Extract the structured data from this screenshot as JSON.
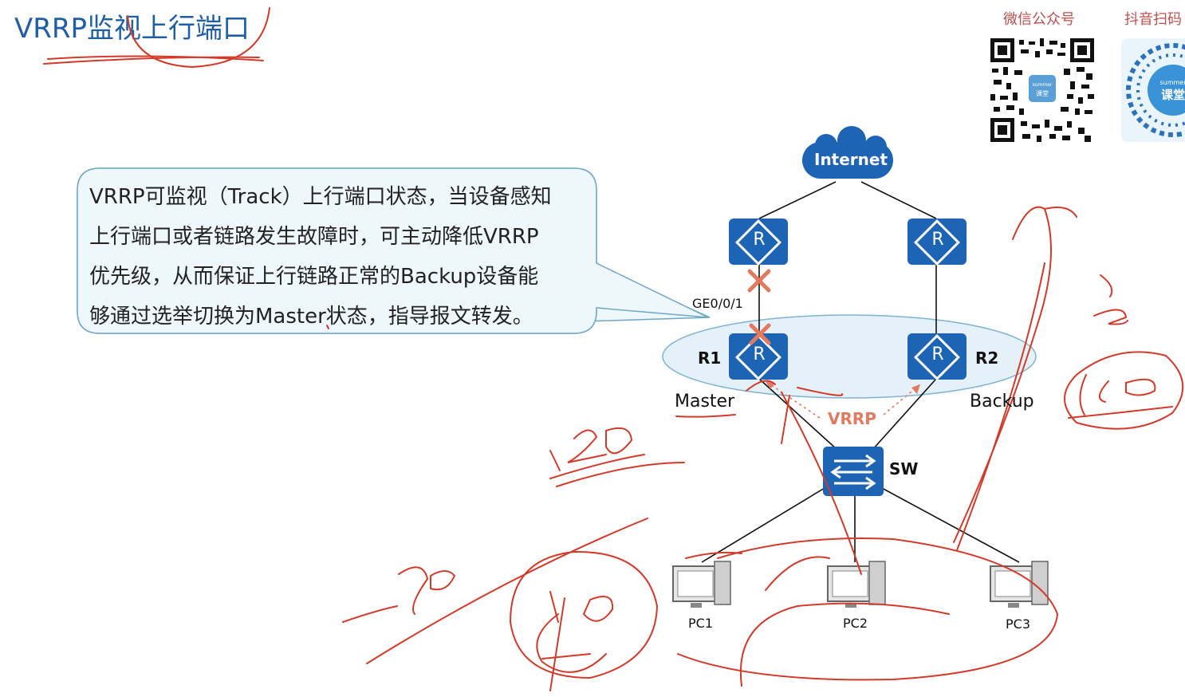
{
  "slide": {
    "title": "VRRP监视上行端口"
  },
  "qr": {
    "wechat_label": "微信公众号",
    "douyin_label": "抖音扫码",
    "logo_text_top": "summer",
    "logo_text_bottom": "课堂"
  },
  "callout": {
    "lines": [
      "VRRP可监视（Track）上行端口状态，当设备感知",
      "上行端口或者链路发生故障时，可主动降低VRRP",
      "优先级，从而保证上行链路正常的Backup设备能",
      "够通过选举切换为Master状态，指导报文转发。"
    ]
  },
  "diagram": {
    "internet": "Internet",
    "r1": "R1",
    "r2": "R2",
    "r1_role": "Master",
    "r2_role": "Backup",
    "interface": "GE0/0/1",
    "protocol": "VRRP",
    "switch": "SW",
    "pc1": "PC1",
    "pc2": "PC2",
    "pc3": "PC3",
    "router_glyph": "R"
  },
  "colors": {
    "title": "#1f5fa5",
    "device": "#1e64b4",
    "annotation": "#d23a2a",
    "callout_bg": "#eef7fb",
    "callout_border": "#6fa7c9",
    "vrrp": "#e3795f"
  }
}
